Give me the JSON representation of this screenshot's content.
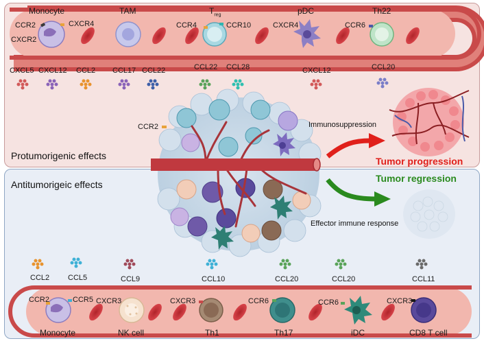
{
  "sections": {
    "protumor": "Protumorigenic effects",
    "antitumor": "Antitumorigeic effects"
  },
  "outcomes": {
    "progression": "Tumor progression",
    "regression": "Tumor regression",
    "immunosuppression": "Immunosuppression",
    "effector": "Effector immune response"
  },
  "top_vessel": {
    "cells": [
      "Monocyte",
      "TAM",
      "T",
      "pDC",
      "Th22"
    ],
    "treg_sub": "reg",
    "receptors": [
      "CCR2",
      "CXCR2",
      "CXCR4",
      "CCR4",
      "CCR10",
      "CXCR4",
      "CCR6"
    ]
  },
  "top_chemokines": [
    "CXCL5",
    "CXCL12",
    "CCL2",
    "CCL17",
    "CCL22",
    "CCL22",
    "CCL28",
    "CXCL12",
    "CCL20"
  ],
  "tumor_receptor": "CCR2",
  "bottom_chemokines": [
    "CCL2",
    "CCL5",
    "CCL9",
    "CCL10",
    "CCL20",
    "CCL20",
    "CCL11"
  ],
  "bottom_vessel": {
    "cells": [
      "Monocyte",
      "NK cell",
      "Th1",
      "Th17",
      "iDC",
      "CD8 T cell"
    ],
    "receptors": [
      "CCR2",
      "CCR5",
      "CXCR3",
      "CXCR3",
      "CCR6",
      "CCR6",
      "CXCR3"
    ]
  },
  "colors": {
    "vessel": "#c94a4a",
    "vessel_inner": "#f2b7ae",
    "progression_arrow": "#e0201b",
    "regression_arrow": "#2a8a1e"
  }
}
